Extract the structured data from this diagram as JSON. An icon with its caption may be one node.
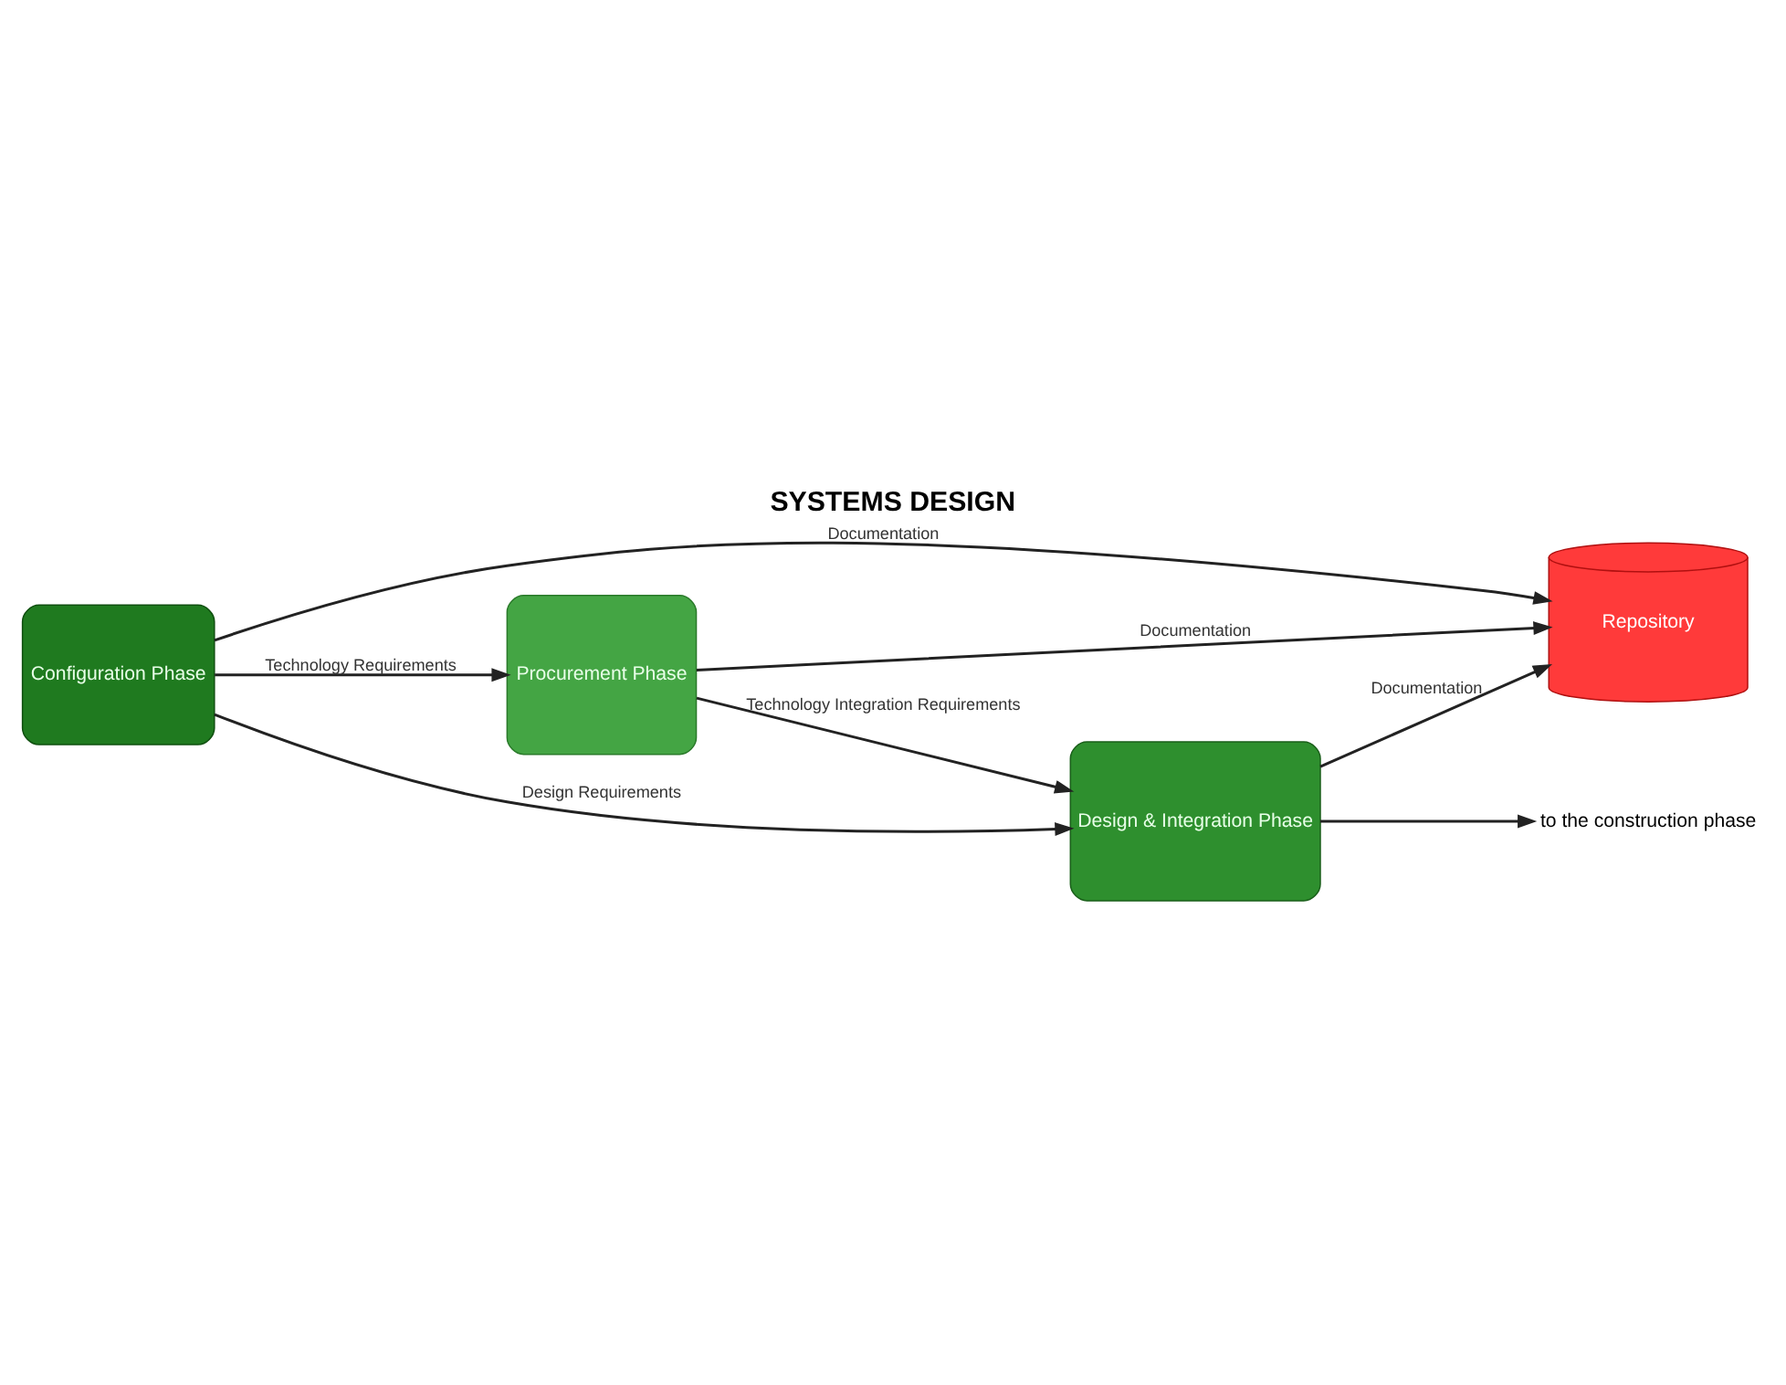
{
  "diagram": {
    "title": "SYSTEMS DESIGN",
    "nodes": [
      {
        "text": [
          "Configuration Phase"
        ]
      },
      {
        "text": [
          "Procurement Phase"
        ]
      },
      {
        "text": [
          "Repository"
        ]
      },
      {
        "text": [
          "Design & Integration Phase"
        ]
      },
      {
        "text": [
          "to the construction phase"
        ]
      }
    ],
    "edges": [
      {
        "from": 0,
        "to": 2,
        "arrow": "to",
        "label": "Documentation"
      },
      {
        "from": 0,
        "to": 1,
        "arrow": "to",
        "label": "Technology Requirements"
      },
      {
        "from": 1,
        "to": 2,
        "arrow": "to",
        "label": "Documentation"
      },
      {
        "from": 1,
        "to": 3,
        "arrow": "to",
        "label": "Technology Integration Requirements"
      },
      {
        "from": 0,
        "to": 3,
        "arrow": "to",
        "label": "Design Requirements"
      },
      {
        "from": 3,
        "to": 2,
        "arrow": "to",
        "label": "Documentation"
      },
      {
        "from": 3,
        "to": 4,
        "arrow": "to"
      }
    ]
  }
}
